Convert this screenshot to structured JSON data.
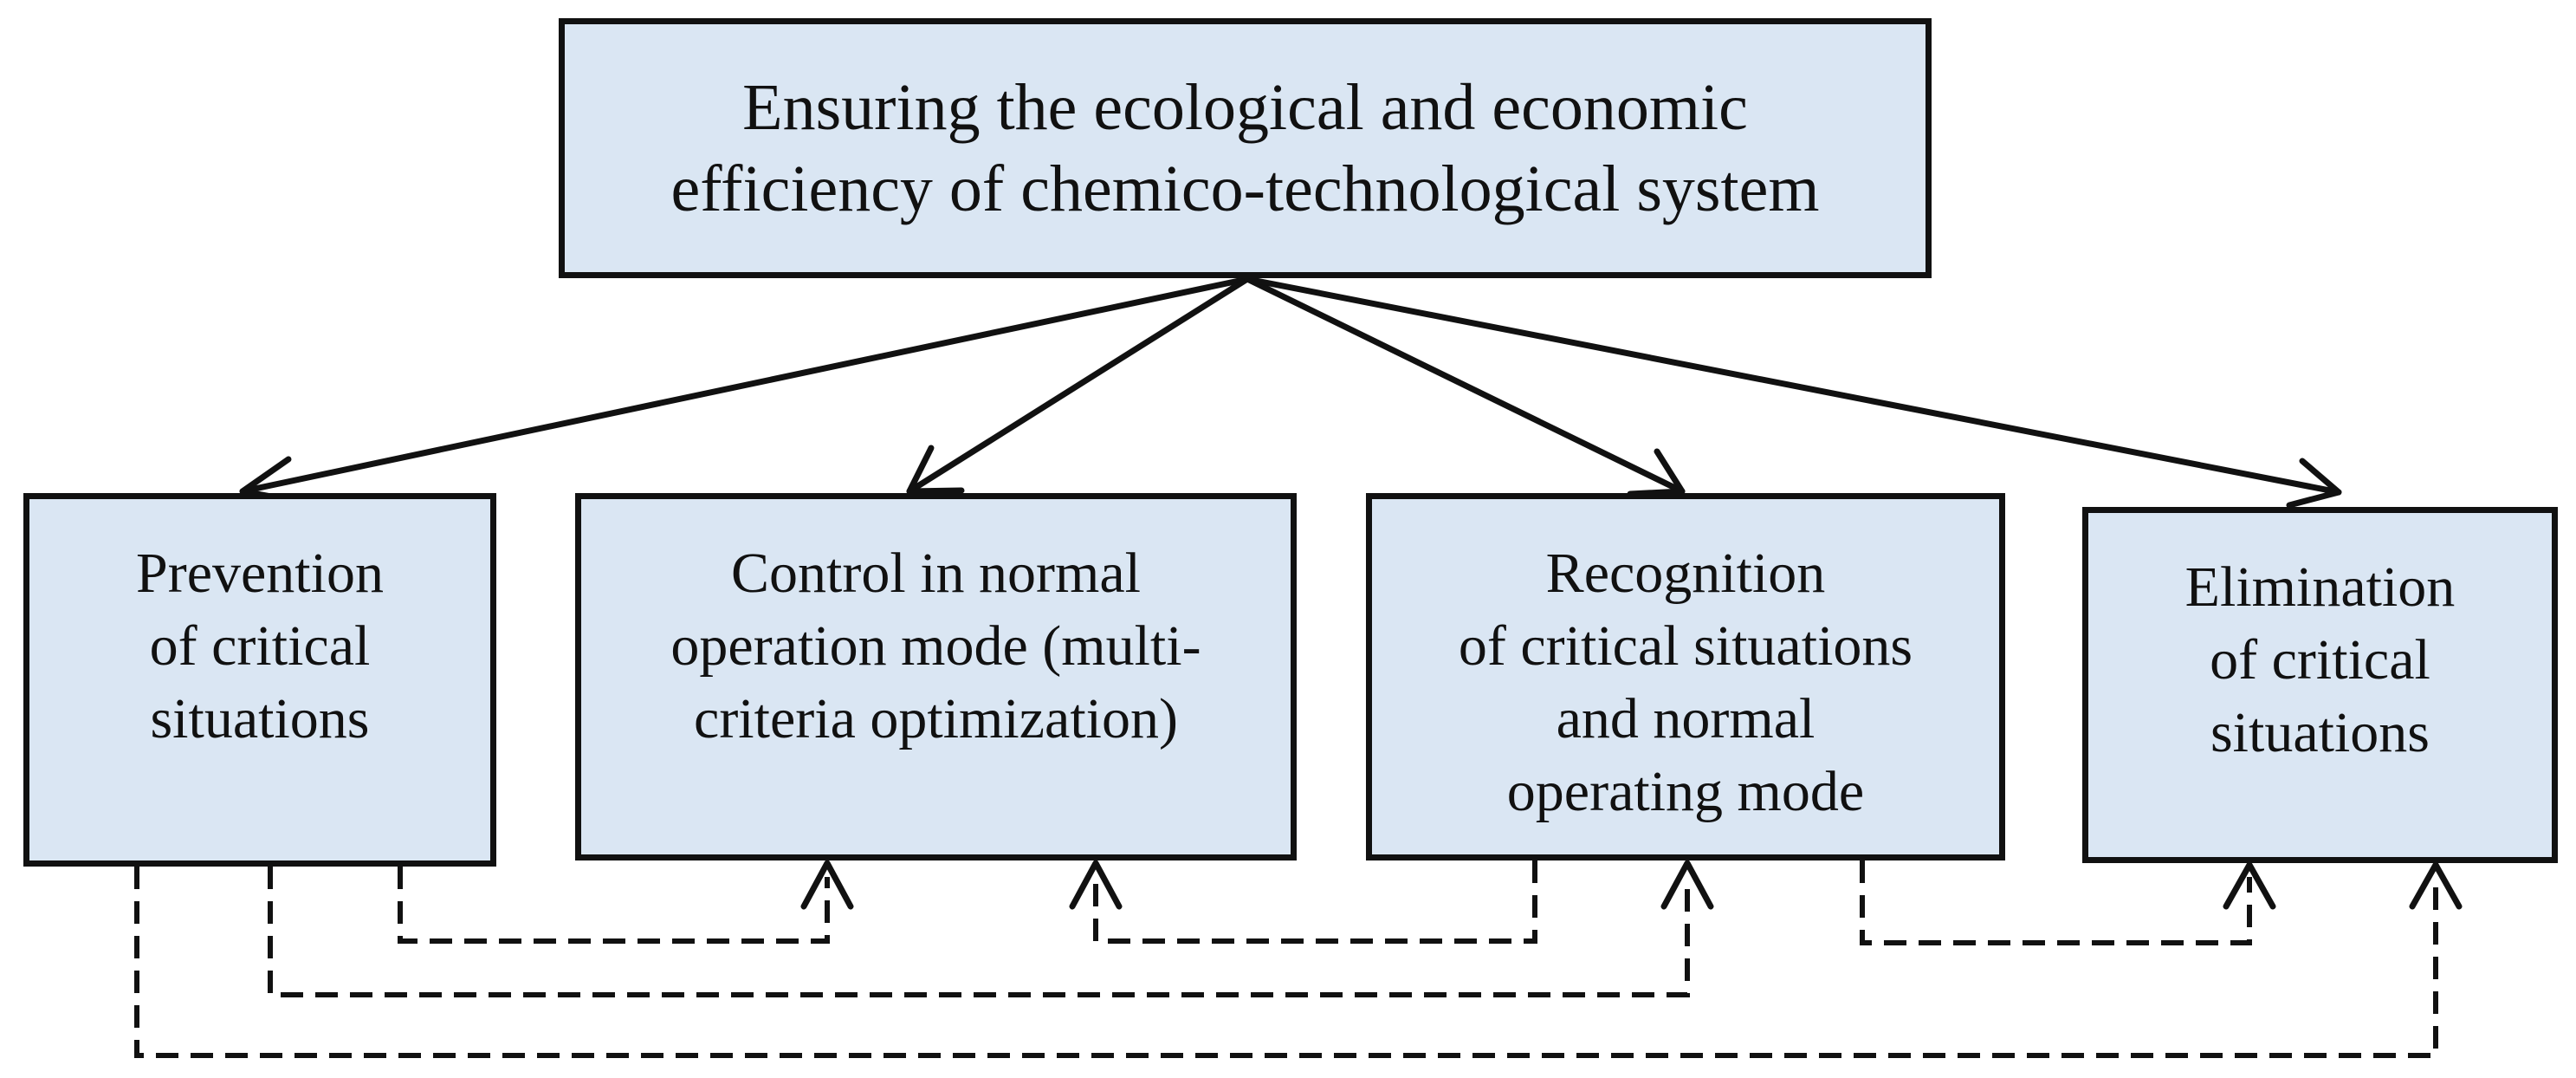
{
  "colors": {
    "box_fill": "#dae6f3",
    "line": "#111111"
  },
  "top_box": {
    "text": "Ensuring the ecological and economic\nefficiency of chemico-technological system"
  },
  "boxes": [
    {
      "text": "Prevention\nof critical\nsituations"
    },
    {
      "text": "Control in normal\noperation mode (multi-\ncriteria optimization)"
    },
    {
      "text": "Recognition\nof critical situations\nand normal\noperating mode"
    },
    {
      "text": "Elimination\nof critical\nsituations"
    }
  ]
}
